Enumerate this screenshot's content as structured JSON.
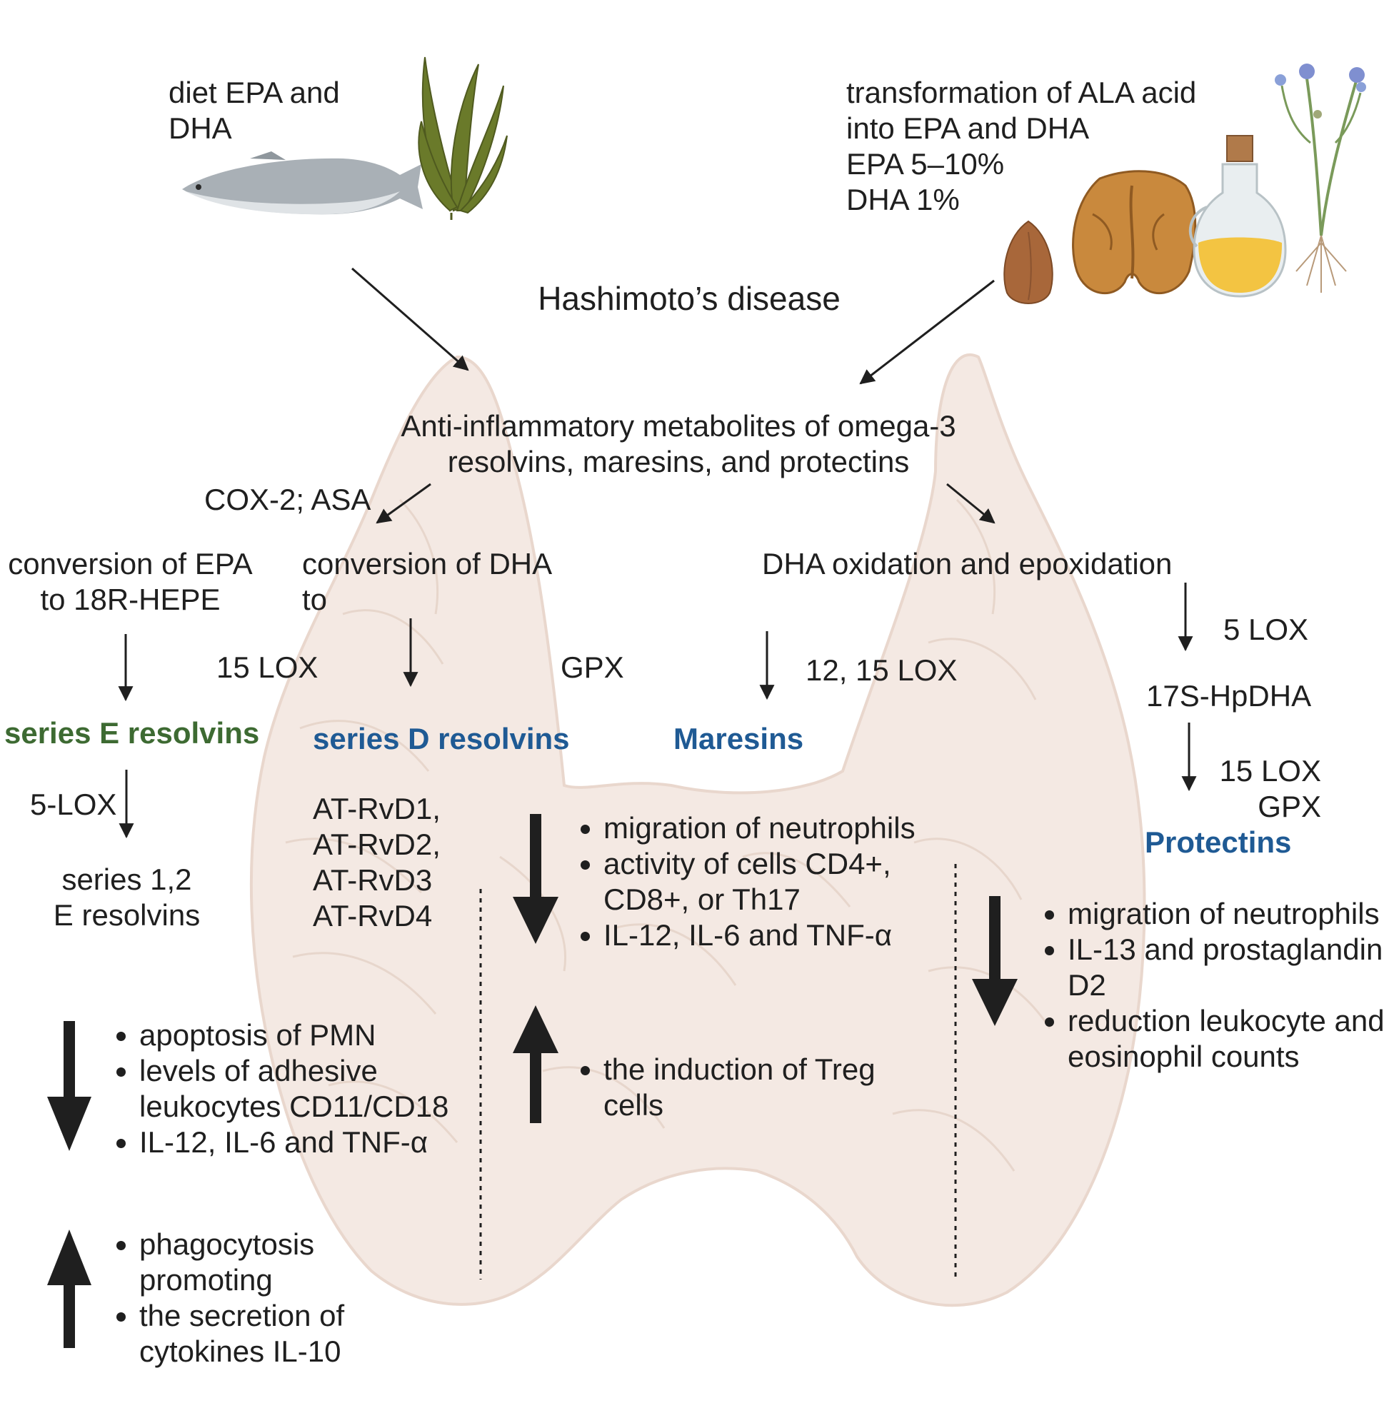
{
  "title": "Hashimoto’s disease",
  "sources": {
    "diet": "diet EPA and\nDHA",
    "ala": "transformation of ALA acid\ninto EPA and DHA\nEPA 5–10%\nDHA 1%"
  },
  "metabolites": "Anti-inflammatory metabolites of omega-3\nresolvins, maresins, and protectins",
  "pathway_labels": {
    "cox_asa": "COX-2; ASA",
    "epa_conversion": "conversion of EPA\nto 18R-HEPE",
    "dha_conversion": "conversion of DHA\nto",
    "dha_oxidation": "DHA oxidation and epoxidation",
    "lox15": "15 LOX",
    "gpx": "GPX",
    "lox12_15": "12, 15 LOX",
    "lox5_right": "5 LOX",
    "hpdha": "17S-HpDHA",
    "lox15_gpx": "15 LOX\nGPX",
    "lox5_left": "5-LOX"
  },
  "products": {
    "series_e": "series E resolvins",
    "series_d": "series D resolvins",
    "maresins": "Maresins",
    "protectins": "Protectins",
    "series_12e": "series 1,2\nE resolvins",
    "at_rvd": "AT-RvD1,\nAT-RvD2,\nAT-RvD3\nAT-RvD4"
  },
  "effects": {
    "e_down": [
      "apoptosis of PMN",
      "levels of adhesive\nleukocytes CD11/CD18",
      " IL-12,  IL-6  and TNF-α"
    ],
    "e_up": [
      "phagocytosis\npromoting",
      "the secretion of\ncytokines IL-10"
    ],
    "d_down": [
      "migration of neutrophils",
      "activity of cells CD4+,\nCD8+, or Th17",
      "IL-12,  IL-6  and TNF-α"
    ],
    "d_up": [
      "the induction of Treg\ncells"
    ],
    "p_down": [
      "migration of neutrophils",
      "IL-13 and prostaglandin\nD2",
      "reduction leukocyte and\neosinophil counts"
    ]
  },
  "colors": {
    "thyroid": "#f4e9e3",
    "thyroid_outline": "#e9d7cd",
    "series_e": "#3d6a32",
    "series_d": "#1f5a94",
    "arrow": "#1f1f1f"
  },
  "icons": [
    "fish-icon",
    "seaweed-icon",
    "almond-icon",
    "walnut-icon",
    "oil-bottle-icon",
    "flax-plant-icon"
  ]
}
